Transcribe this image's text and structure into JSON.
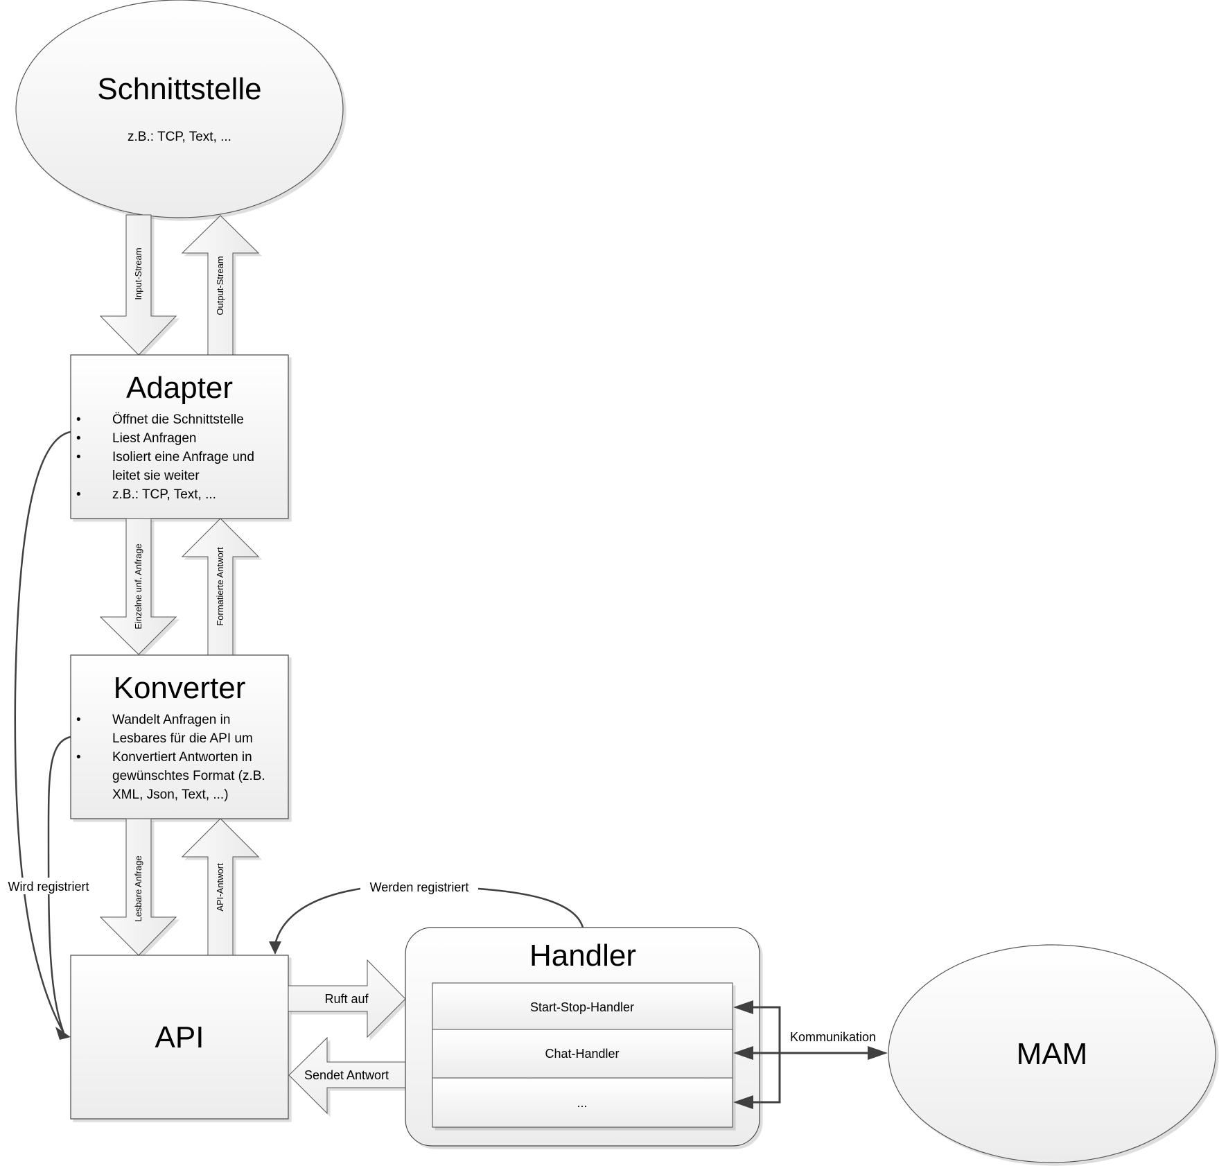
{
  "diagram": {
    "nodes": {
      "schnittstelle": {
        "title": "Schnittstelle",
        "subtitle": "z.B.: TCP, Text, ..."
      },
      "adapter": {
        "title": "Adapter",
        "bullets": [
          "Öffnet die Schnittstelle",
          "Liest Anfragen",
          "Isoliert eine Anfrage und leitet sie weiter",
          "z.B.: TCP, Text, ..."
        ]
      },
      "konverter": {
        "title": "Konverter",
        "bullets": [
          "Wandelt Anfragen in Lesbares für die API um",
          "Konvertiert Antworten in gewünschtes Format (z.B. XML, Json, Text, ...)"
        ]
      },
      "api": {
        "title": "API"
      },
      "handler": {
        "title": "Handler",
        "rows": [
          "Start-Stop-Handler",
          "Chat-Handler",
          "..."
        ]
      },
      "mam": {
        "title": "MAM"
      }
    },
    "edges": {
      "input_stream": "Input-Stream",
      "output_stream": "Output-Stream",
      "einzelne_anfrage": "Einzelne unf. Anfrage",
      "formatierte_antwort": "Formatierte Antwort",
      "lesbare_anfrage": "Lesbare Anfrage",
      "api_antwort": "API-Antwort",
      "ruft_auf": "Ruft auf",
      "sendet_antwort": "Sendet Antwort",
      "wird_registriert": "Wird registriert",
      "werden_registriert": "Werden registriert",
      "kommunikation": "Kommunikation"
    }
  }
}
